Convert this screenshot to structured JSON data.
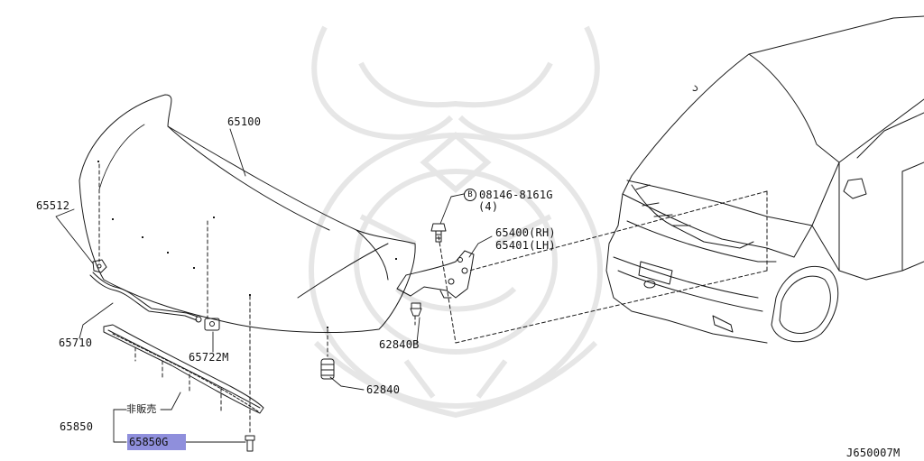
{
  "diagram_id": "J650007M",
  "labels": {
    "hood": "65100",
    "hood_hinge_rh": "65400(RH)",
    "hood_hinge_lh": "65401(LH)",
    "bolt_part": "08146-8161G",
    "bolt_symbol": "B",
    "bolt_qty": "(4)",
    "hood_stay": "65710",
    "stay_clip": "65512",
    "stay_holder": "65722M",
    "bumper_rubber_b": "62840B",
    "bumper_rubber": "62840",
    "seal_assembly": "65850",
    "seal_part": "65850G",
    "not_for_sale": "非販売"
  },
  "colors": {
    "line": "#1a1a1a",
    "highlight": "#8f8fdc",
    "watermark": "#e6e6e6"
  }
}
